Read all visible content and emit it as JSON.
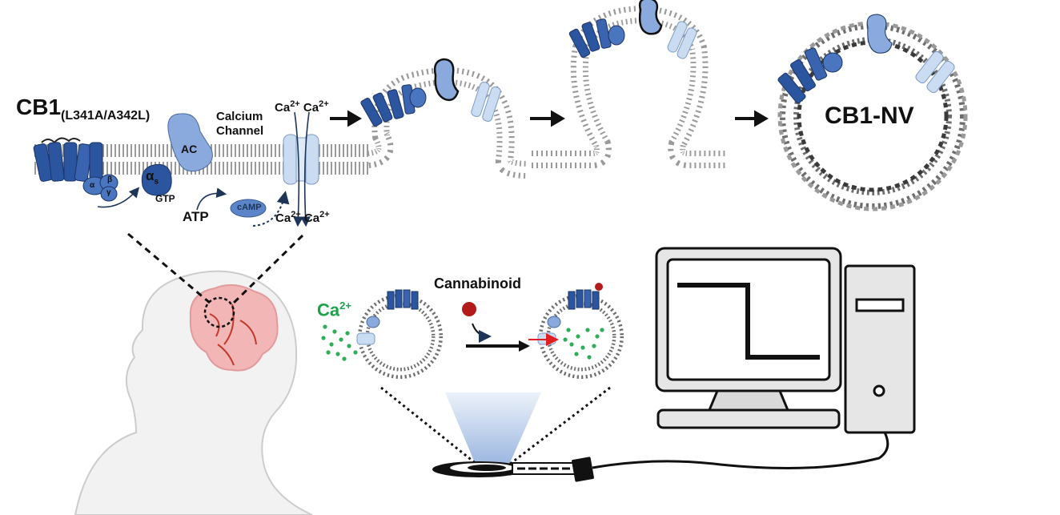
{
  "labels": {
    "cb1_main": "CB1",
    "cb1_mutation": "(L341A/A342L)",
    "calcium_channel_line1": "Calcium",
    "calcium_channel_line2": "Channel",
    "ca_in_1": "Ca",
    "ca_in_2": "Ca",
    "ca_out_1": "Ca",
    "ca_out_2": "Ca",
    "charge": "2+",
    "ac": "AC",
    "alpha_s": "α",
    "alpha_sub": "s",
    "beta": "β",
    "gamma": "γ",
    "alpha_small": "α",
    "gtp": "GTP",
    "atp": "ATP",
    "camp": "cAMP",
    "cb1_nv": "CB1-NV",
    "ca_ions": "Ca",
    "ca_ions_charge": "2+",
    "cannabinoid": "Cannabinoid"
  },
  "colors": {
    "receptor_dark": "#2c55a0",
    "receptor_mid": "#4a76c0",
    "protein_light": "#8aa9dc",
    "channel_light": "#c9dcf2",
    "membrane_gray": "#9a9a9a",
    "membrane_dark": "#555555",
    "calcium_green": "#1aa34a",
    "cannabinoid_red": "#b31b1b",
    "brain_pink": "#f3b6b6",
    "vessel_red": "#c0392b",
    "monitor_gray": "#d9d9d9"
  },
  "icons": [
    "arrow-right-icon",
    "brain-icon",
    "head-silhouette-icon",
    "computer-icon",
    "electrode-icon"
  ]
}
